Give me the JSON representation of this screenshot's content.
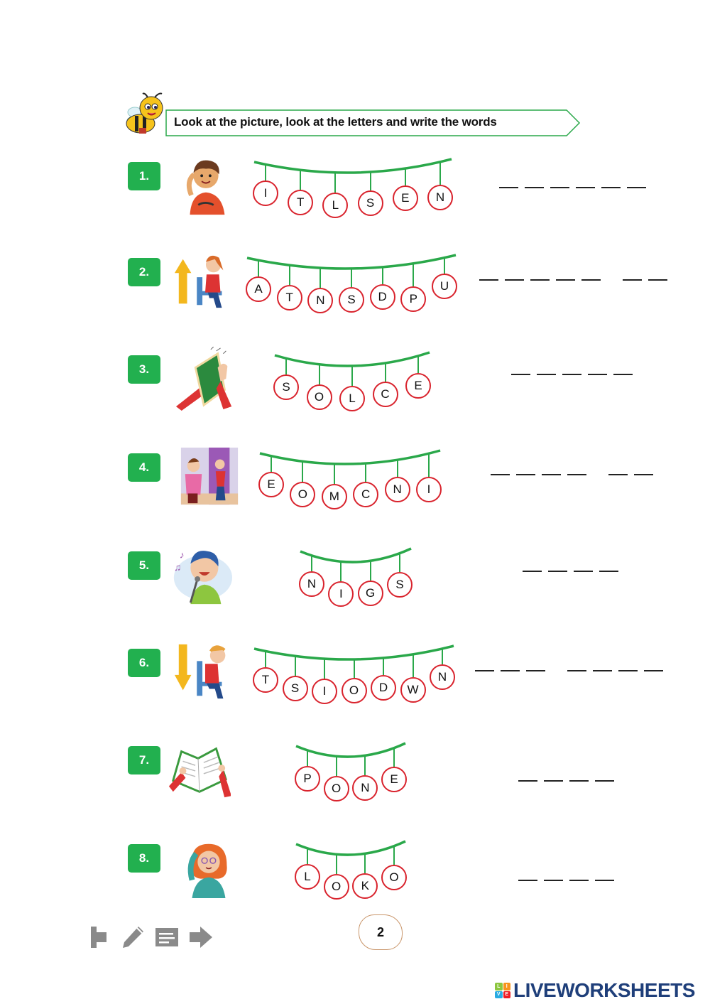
{
  "instruction": "Look at the picture, look at the letters and write the words",
  "colors": {
    "number_badge": "#22b04f",
    "garland": "#2aa84a",
    "bead_border": "#d9232d",
    "banner_border": "#2aa84a",
    "brand": "#1f3f7a"
  },
  "exercises": [
    {
      "number": "1.",
      "picture": "boy-listening",
      "letters": [
        "I",
        "T",
        "L",
        "S",
        "E",
        "N"
      ],
      "blank_groups": [
        6
      ]
    },
    {
      "number": "2.",
      "picture": "girl-stand-up",
      "letters": [
        "A",
        "T",
        "N",
        "S",
        "D",
        "P",
        "U"
      ],
      "blank_groups": [
        5,
        2
      ]
    },
    {
      "number": "3.",
      "picture": "close-book",
      "letters": [
        "S",
        "O",
        "L",
        "C",
        "E"
      ],
      "blank_groups": [
        5
      ]
    },
    {
      "number": "4.",
      "picture": "come-in",
      "letters": [
        "E",
        "O",
        "M",
        "C",
        "N",
        "I"
      ],
      "blank_groups": [
        4,
        2
      ]
    },
    {
      "number": "5.",
      "picture": "boy-singing",
      "letters": [
        "N",
        "I",
        "G",
        "S"
      ],
      "blank_groups": [
        4
      ]
    },
    {
      "number": "6.",
      "picture": "boy-sit-down",
      "letters": [
        "T",
        "S",
        "I",
        "O",
        "D",
        "W",
        "N"
      ],
      "blank_groups": [
        3,
        4
      ]
    },
    {
      "number": "7.",
      "picture": "open-book",
      "letters": [
        "P",
        "O",
        "N",
        "E"
      ],
      "blank_groups": [
        4
      ]
    },
    {
      "number": "8.",
      "picture": "girl-looking",
      "letters": [
        "L",
        "O",
        "K",
        "O"
      ],
      "blank_groups": [
        4
      ]
    }
  ],
  "footer": {
    "tools": [
      "back-icon",
      "pencil-icon",
      "notes-icon",
      "forward-icon"
    ],
    "page_number": "2",
    "brand": "LIVEWORKSHEETS",
    "brand_logo_letters": [
      "L",
      "I",
      "V",
      "E"
    ]
  }
}
